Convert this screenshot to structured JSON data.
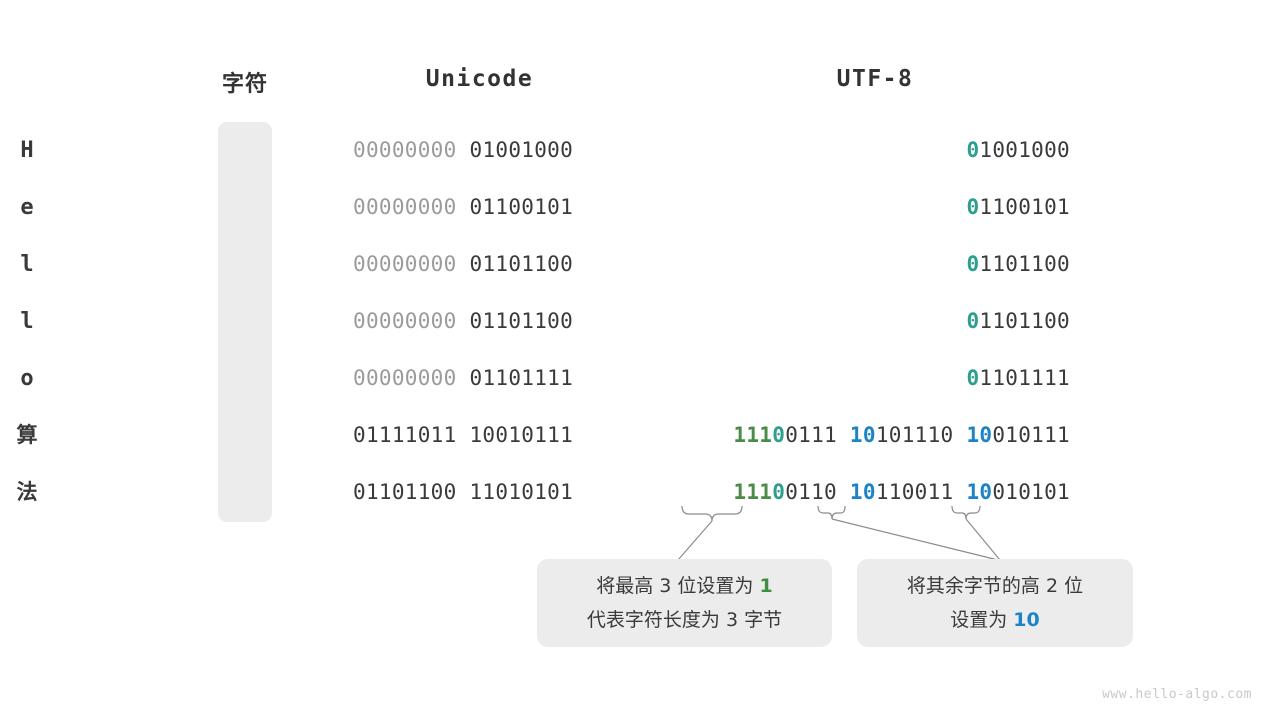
{
  "headers": {
    "character": "字符",
    "unicode": "Unicode",
    "utf8": "UTF-8"
  },
  "rows": [
    {
      "char": "H",
      "cjk": false,
      "unicode_pad": "00000000",
      "unicode_main": "01001000",
      "utf8_parts": [
        {
          "lead": "0",
          "lead_kind": "lead0",
          "rest": "1001000"
        }
      ]
    },
    {
      "char": "e",
      "cjk": false,
      "unicode_pad": "00000000",
      "unicode_main": "01100101",
      "utf8_parts": [
        {
          "lead": "0",
          "lead_kind": "lead0",
          "rest": "1100101"
        }
      ]
    },
    {
      "char": "l",
      "cjk": false,
      "unicode_pad": "00000000",
      "unicode_main": "01101100",
      "utf8_parts": [
        {
          "lead": "0",
          "lead_kind": "lead0",
          "rest": "1101100"
        }
      ]
    },
    {
      "char": "l",
      "cjk": false,
      "unicode_pad": "00000000",
      "unicode_main": "01101100",
      "utf8_parts": [
        {
          "lead": "0",
          "lead_kind": "lead0",
          "rest": "1101100"
        }
      ]
    },
    {
      "char": "o",
      "cjk": false,
      "unicode_pad": "00000000",
      "unicode_main": "01101111",
      "utf8_parts": [
        {
          "lead": "0",
          "lead_kind": "lead0",
          "rest": "1101111"
        }
      ]
    },
    {
      "char": "算",
      "cjk": true,
      "unicode_pad": "",
      "unicode_main": "01111011 10010111",
      "utf8_parts": [
        {
          "lead": "111",
          "lead_kind": "lead1",
          "lead2": "0",
          "rest": "0111"
        },
        {
          "lead": "10",
          "lead_kind": "cont",
          "rest": "101110"
        },
        {
          "lead": "10",
          "lead_kind": "cont",
          "rest": "010111"
        }
      ]
    },
    {
      "char": "法",
      "cjk": true,
      "unicode_pad": "",
      "unicode_main": "01101100 11010101",
      "utf8_parts": [
        {
          "lead": "111",
          "lead_kind": "lead1",
          "lead2": "0",
          "rest": "0110"
        },
        {
          "lead": "10",
          "lead_kind": "cont",
          "rest": "110011"
        },
        {
          "lead": "10",
          "lead_kind": "cont",
          "rest": "010101"
        }
      ]
    }
  ],
  "callouts": [
    {
      "line1_pre": "将最高 3 位设置为 ",
      "line1_hl": "1",
      "line1_hl_color": "green",
      "line2_pre": "代表字符长度为 3 字节",
      "line2_hl": "",
      "line2_hl_color": ""
    },
    {
      "line1_pre": "将其余字节的高 2 位",
      "line1_hl": "",
      "line1_hl_color": "",
      "line2_pre": "设置为 ",
      "line2_hl": "10",
      "line2_hl_color": "blue"
    }
  ],
  "colors": {
    "lead_zero_teal": "#2e9e8f",
    "lead_one_green": "#4a8c46",
    "continuation_blue": "#1c84c6",
    "padding_gray": "#9b9b9b",
    "text_dark": "#3a3a3a",
    "pill_bg": "#ececec",
    "connector_stroke": "#8c8c8c"
  },
  "watermark": "www.hello-algo.com"
}
